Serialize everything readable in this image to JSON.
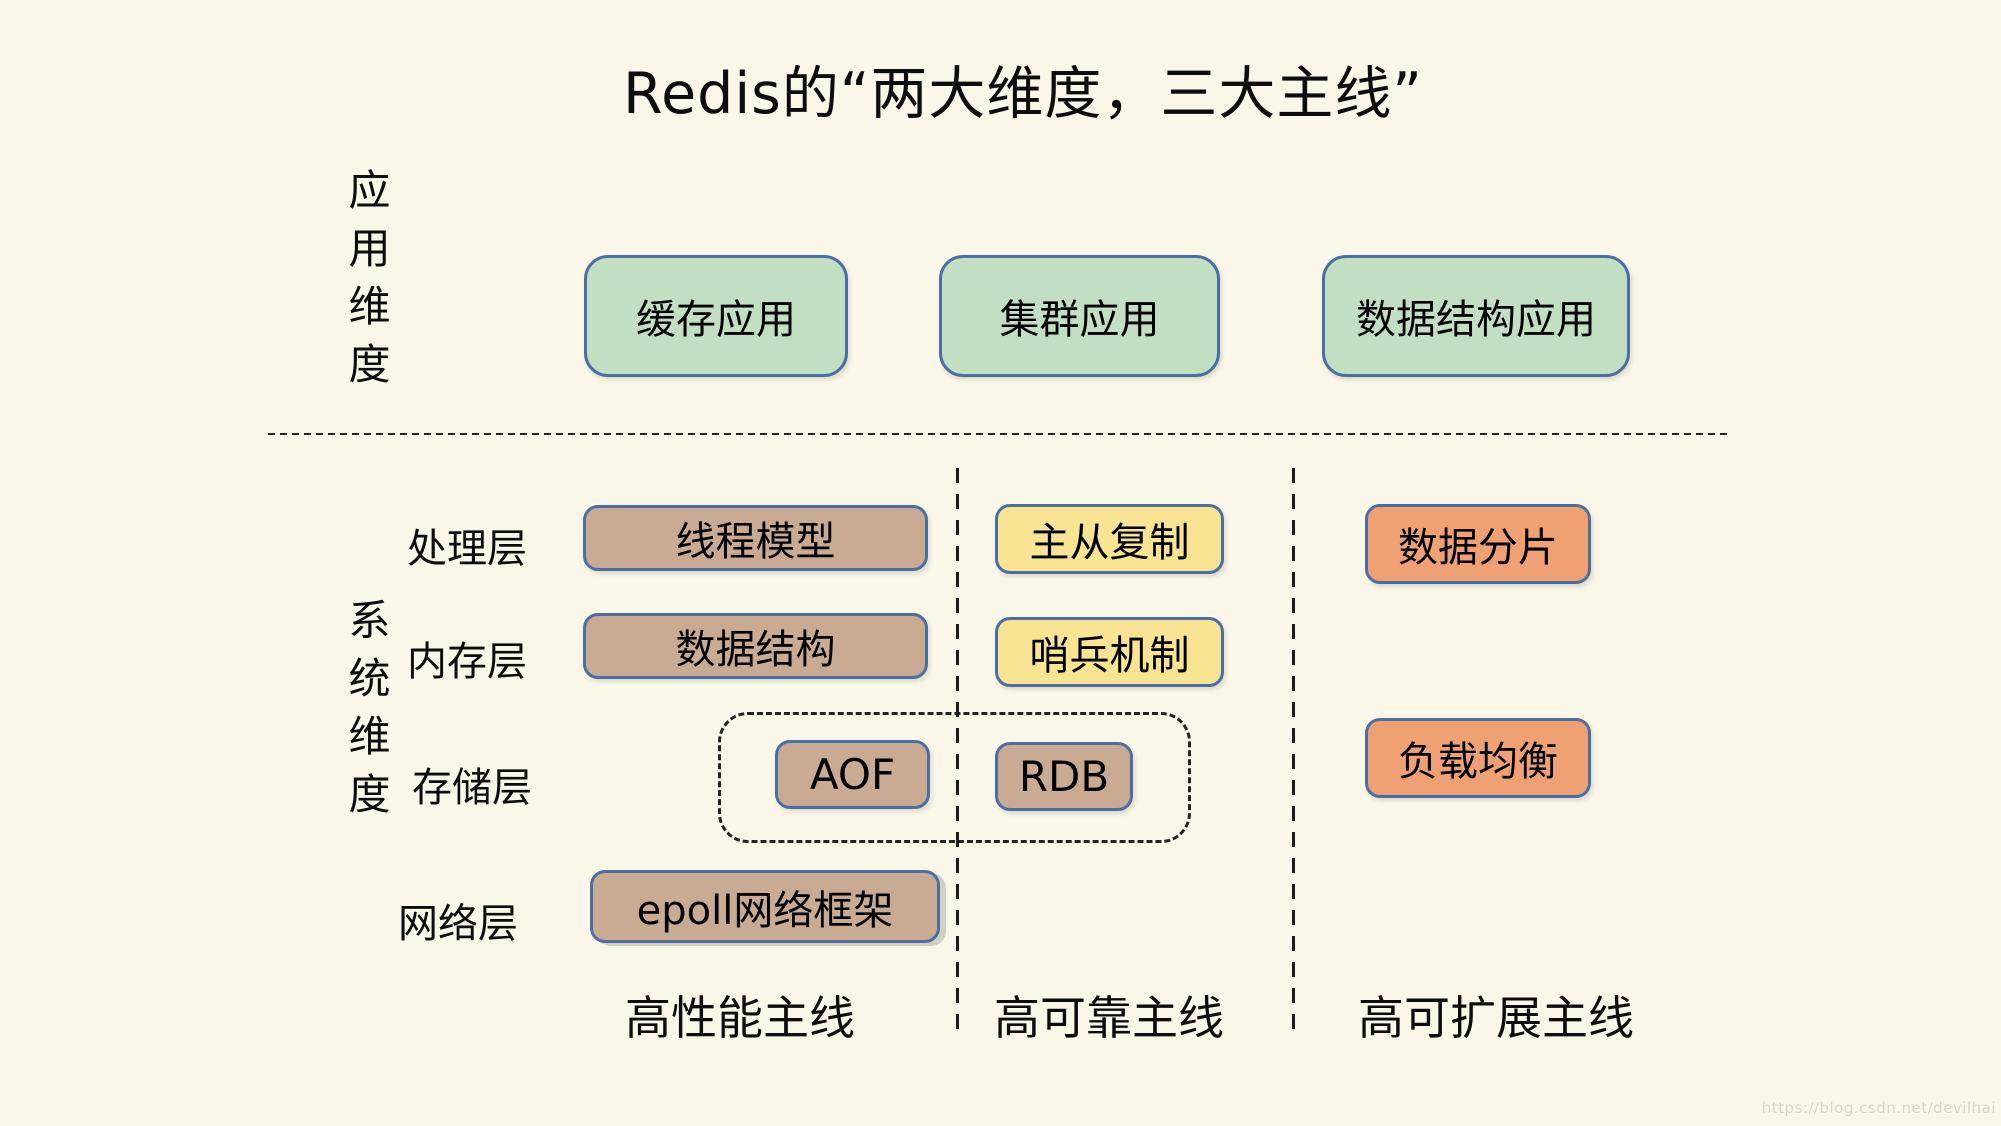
{
  "title": "Redis的“两大维度，三大主线”",
  "dimension_labels": {
    "application": "应用维度",
    "system": "系统维度"
  },
  "application_row": {
    "boxes": [
      {
        "label": "缓存应用"
      },
      {
        "label": "集群应用"
      },
      {
        "label": "数据结构应用"
      }
    ]
  },
  "layer_labels": {
    "processing": "处理层",
    "memory": "内存层",
    "storage": "存储层",
    "network": "网络层"
  },
  "system_boxes": {
    "thread_model": "线程模型",
    "data_structure": "数据结构",
    "aof": "AOF",
    "rdb": "RDB",
    "epoll": "epoll网络框架",
    "master_slave": "主从复制",
    "sentinel": "哨兵机制",
    "sharding": "数据分片",
    "load_balance": "负载均衡"
  },
  "mainline_labels": [
    "高性能主线",
    "高可靠主线",
    "高可扩展主线"
  ],
  "watermark": "https://blog.csdn.net/devilhai",
  "colors": {
    "background": "#faf7e8",
    "green_fill": "#c3dfc3",
    "brown_fill": "#c9ab93",
    "yellow_fill": "#f8e492",
    "orange_fill": "#f0a173",
    "box_border": "#4a6fa5",
    "dash_line": "#222222",
    "text": "#111111",
    "watermark_text": "#d8d5c8"
  }
}
